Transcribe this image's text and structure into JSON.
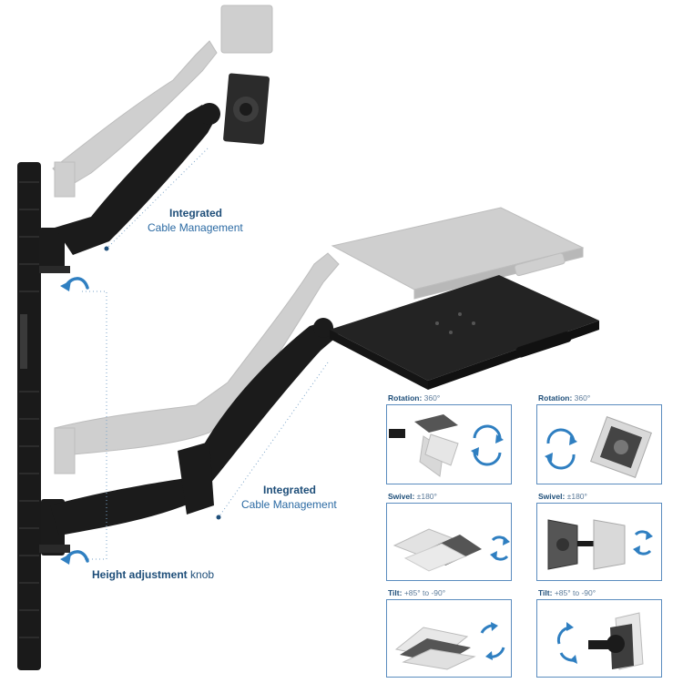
{
  "callouts": {
    "monitor": {
      "bold": "Integrated",
      "light": "Cable Management"
    },
    "keyboard": {
      "bold": "Integrated",
      "light": "Cable Management"
    },
    "height": {
      "bold": "Height adjustment",
      "light": "knob"
    }
  },
  "panels": [
    {
      "title_bold": "Rotation:",
      "title_value": "360°"
    },
    {
      "title_bold": "Rotation:",
      "title_value": "360°"
    },
    {
      "title_bold": "Swivel:",
      "title_value": "±180°"
    },
    {
      "title_bold": "Swivel:",
      "title_value": "±180°"
    },
    {
      "title_bold": "Tilt:",
      "title_value": "+85° to -90°"
    },
    {
      "title_bold": "Tilt:",
      "title_value": "+85° to -90°"
    }
  ],
  "colors": {
    "accent": "#1e4e79",
    "arrow": "#2f7fc1",
    "product": "#1b1b1b",
    "ghost": "#c9c9c9"
  }
}
